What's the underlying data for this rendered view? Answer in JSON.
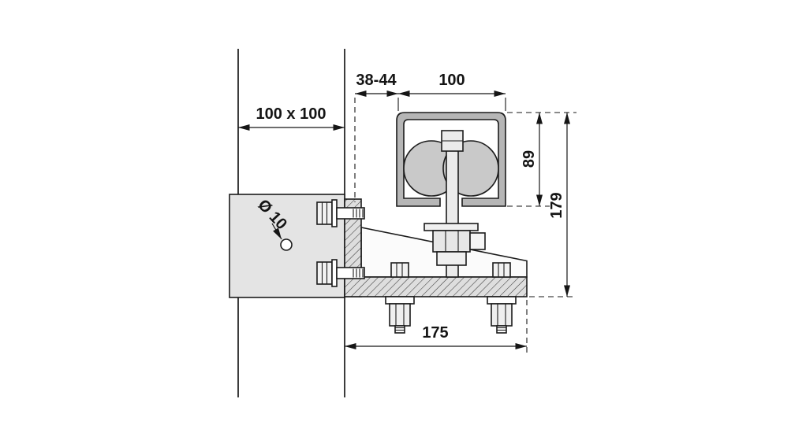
{
  "drawing": {
    "labels": {
      "post_section": "100 x 100",
      "hole_diameter": "Ø 10",
      "offset_range": "38-44",
      "channel_width": "100",
      "channel_height": "89",
      "overall_height": "179",
      "base_length": "175"
    },
    "colors": {
      "line": "#1b1b1b",
      "plate_fill": "#e4e4e4",
      "channel_fill": "#b6b6b6",
      "roller_fill": "#c9c9c9",
      "bracket_fill": "#fbfbfb",
      "hardware_fill": "#ebebeb",
      "background": "#ffffff"
    }
  }
}
